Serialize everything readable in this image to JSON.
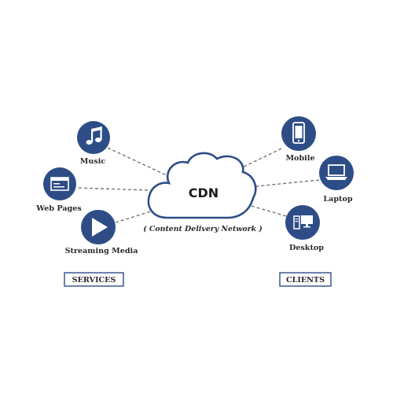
{
  "cdn": {
    "title": "CDN",
    "subtitle": "( Content Delivery Network )"
  },
  "services": {
    "heading": "SERVICES",
    "items": [
      {
        "label": "Music",
        "icon": "music-note-icon"
      },
      {
        "label": "Web Pages",
        "icon": "web-page-icon"
      },
      {
        "label": "Streaming Media",
        "icon": "play-icon"
      }
    ]
  },
  "clients": {
    "heading": "CLIENTS",
    "items": [
      {
        "label": "Mobile",
        "icon": "mobile-phone-icon"
      },
      {
        "label": "Laptop",
        "icon": "laptop-icon"
      },
      {
        "label": "Desktop",
        "icon": "desktop-computer-icon"
      }
    ]
  },
  "colors": {
    "node": "#2e4d86",
    "cloud_outline": "#2e4d86",
    "connector": "#6b6b6b"
  }
}
